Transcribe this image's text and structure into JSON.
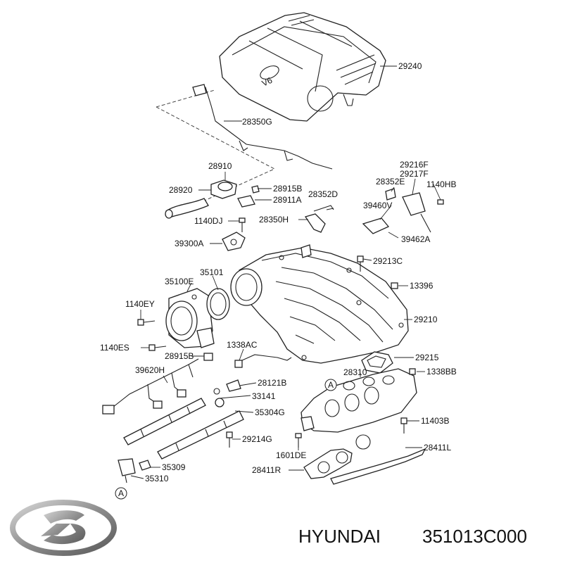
{
  "brand": {
    "name": "HYUNDAI",
    "part_number": "351013C000",
    "logo": "hyundai-logo"
  },
  "colors": {
    "line": "#222222",
    "background": "#ffffff",
    "logo_metal": "#9a9a9a"
  },
  "callouts": [
    {
      "key": "c29240",
      "text": "29240"
    },
    {
      "key": "c28350G",
      "text": "28350G"
    },
    {
      "key": "c28910",
      "text": "28910"
    },
    {
      "key": "c28920",
      "text": "28920"
    },
    {
      "key": "c28915B_top",
      "text": "28915B"
    },
    {
      "key": "c28911A",
      "text": "28911A"
    },
    {
      "key": "c28352D",
      "text": "28352D"
    },
    {
      "key": "c28352E",
      "text": "28352E"
    },
    {
      "key": "c29216F",
      "text": "29216F"
    },
    {
      "key": "c29217F",
      "text": "29217F"
    },
    {
      "key": "c1140HB",
      "text": "1140HB"
    },
    {
      "key": "c39460V",
      "text": "39460V"
    },
    {
      "key": "c1140DJ",
      "text": "1140DJ"
    },
    {
      "key": "c28350H",
      "text": "28350H"
    },
    {
      "key": "c39462A",
      "text": "39462A"
    },
    {
      "key": "c39300A",
      "text": "39300A"
    },
    {
      "key": "c35101",
      "text": "35101"
    },
    {
      "key": "c29213C",
      "text": "29213C"
    },
    {
      "key": "c35100E",
      "text": "35100E"
    },
    {
      "key": "c13396",
      "text": "13396"
    },
    {
      "key": "c1140EY",
      "text": "1140EY"
    },
    {
      "key": "c29210",
      "text": "29210"
    },
    {
      "key": "c1338AC",
      "text": "1338AC"
    },
    {
      "key": "c1140ES",
      "text": "1140ES"
    },
    {
      "key": "c28915B_mid",
      "text": "28915B"
    },
    {
      "key": "c29215",
      "text": "29215"
    },
    {
      "key": "c28310",
      "text": "28310"
    },
    {
      "key": "c39620H",
      "text": "39620H"
    },
    {
      "key": "c1338BB",
      "text": "1338BB"
    },
    {
      "key": "c28121B",
      "text": "28121B"
    },
    {
      "key": "c33141",
      "text": "33141"
    },
    {
      "key": "c35304G",
      "text": "35304G"
    },
    {
      "key": "c11403B",
      "text": "11403B"
    },
    {
      "key": "c29214G",
      "text": "29214G"
    },
    {
      "key": "c28411L",
      "text": "28411L"
    },
    {
      "key": "c1601DE",
      "text": "1601DE"
    },
    {
      "key": "c35309",
      "text": "35309"
    },
    {
      "key": "c28411R",
      "text": "28411R"
    },
    {
      "key": "c35310",
      "text": "35310"
    }
  ],
  "markers": [
    {
      "key": "ref_a_top",
      "text": "A"
    },
    {
      "key": "ref_a_bottom",
      "text": "A"
    }
  ],
  "cover_emblem": {
    "text": "V6"
  }
}
